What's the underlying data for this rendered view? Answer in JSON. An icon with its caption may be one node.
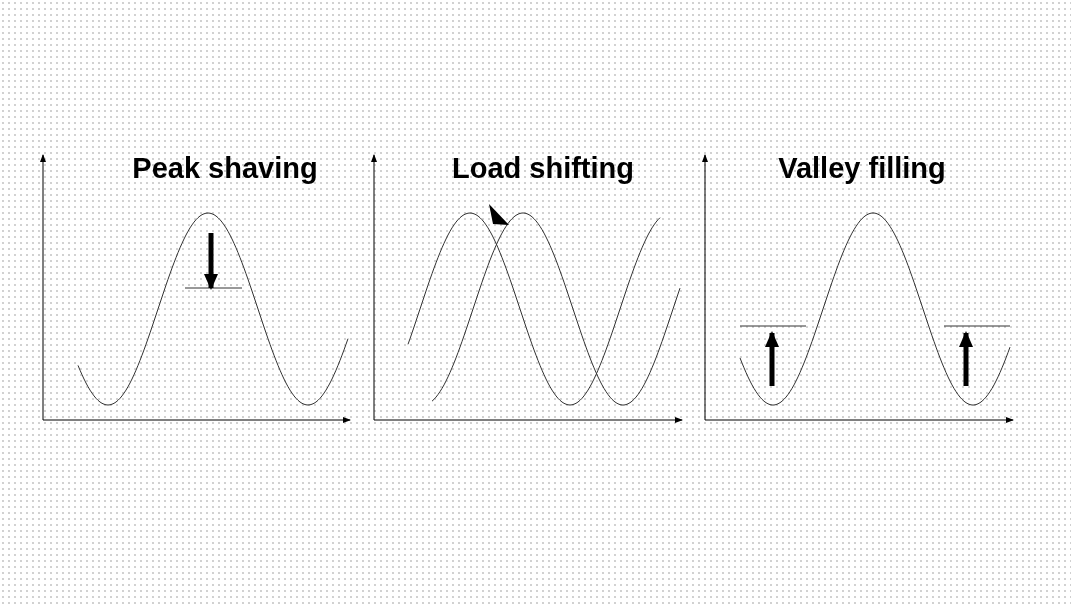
{
  "diagram": {
    "labels": [
      "Peak shaving",
      "Load shifting",
      "Valley filling"
    ]
  }
}
